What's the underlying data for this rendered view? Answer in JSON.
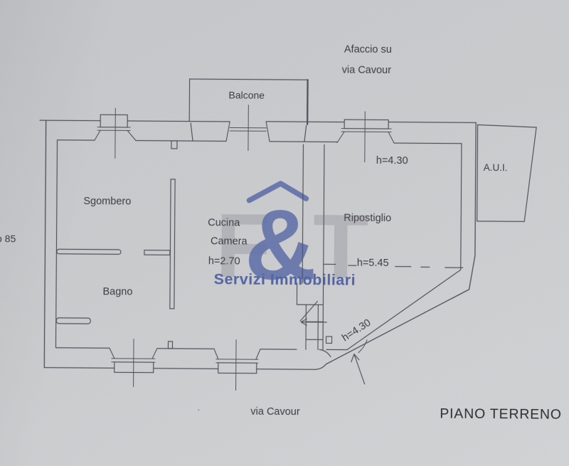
{
  "labels": {
    "exposure1": "Afaccio su",
    "exposure2": "via Cavour",
    "balcone": "Balcone",
    "sgombero": "Sgombero",
    "bagno": "Bagno",
    "cucina": "Cucina",
    "camera": "Camera",
    "ripostiglio": "Ripostiglio",
    "aui": "A.U.I.",
    "margin_note": "o 85",
    "street": "via Cavour",
    "sheet": "PIANO TERRENO"
  },
  "heights": {
    "camera": "h=2.70",
    "ripostiglio_top": "h=4.30",
    "ripostiglio_dashed": "h=5.45",
    "diagonal_wall": "h=4.30"
  },
  "watermark": {
    "letter_left": "F",
    "ampersand": "&",
    "letter_right": "T",
    "tagline": "Servizi Immobiliari",
    "brand_blue": "#5b6ca8",
    "brand_gray": "#aeb0b5",
    "tagline_blue": "#4c5fa4"
  },
  "colors": {
    "paper": "#cbccce",
    "ink": "#4c4d55",
    "label": "#35363b"
  }
}
